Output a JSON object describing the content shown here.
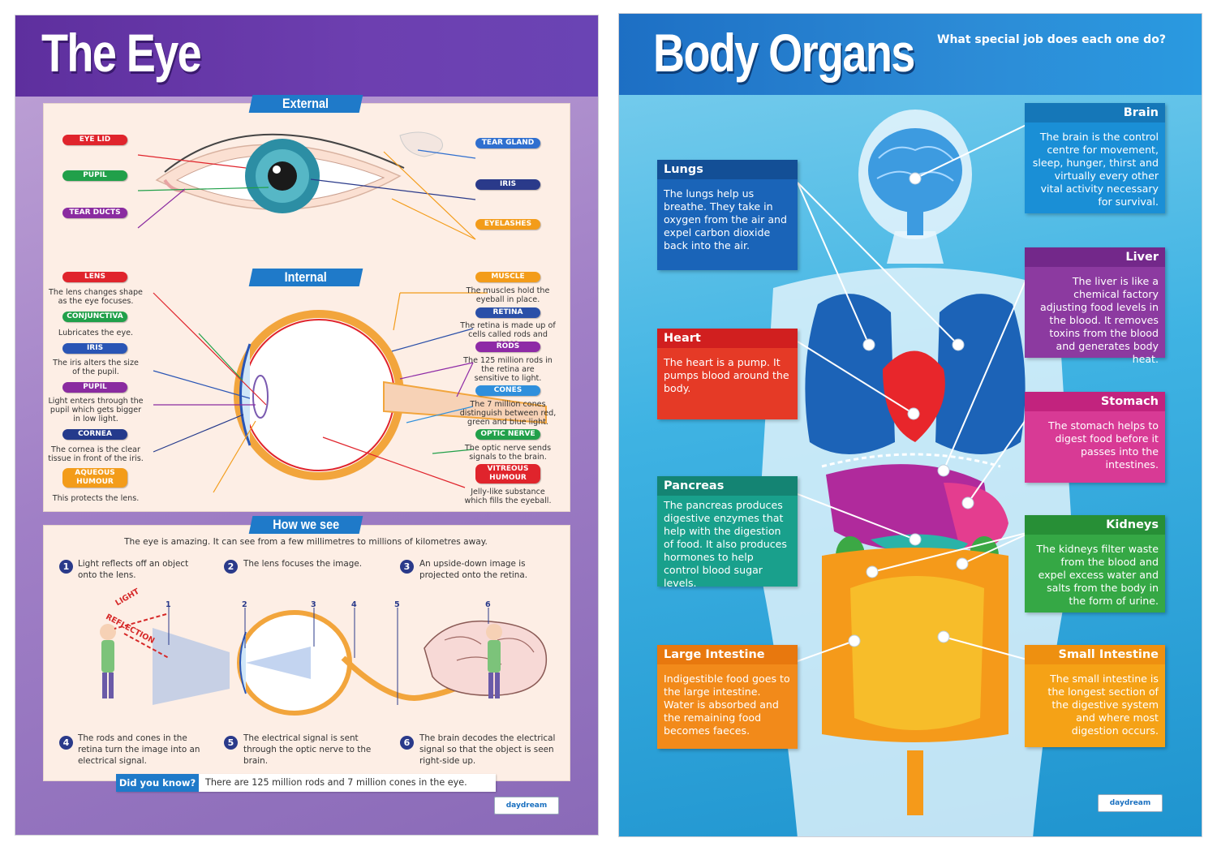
{
  "eye_poster": {
    "title": "The Eye",
    "external": {
      "heading": "External",
      "left_labels": [
        "EYE LID",
        "PUPIL",
        "TEAR DUCTS"
      ],
      "right_labels": [
        "TEAR GLAND",
        "IRIS",
        "EYELASHES"
      ]
    },
    "internal": {
      "heading": "Internal",
      "left_parts": [
        {
          "label": "LENS",
          "desc": "The lens changes shape as the eye focuses.",
          "color": "#e0242c"
        },
        {
          "label": "CONJUNCTIVA",
          "desc": "Lubricates the eye.",
          "color": "#21a04a"
        },
        {
          "label": "IRIS",
          "desc": "The iris alters the size of the pupil.",
          "color": "#2a55b5"
        },
        {
          "label": "PUPIL",
          "desc": "Light enters through the pupil which gets bigger in low light.",
          "color": "#8a2ba0"
        },
        {
          "label": "CORNEA",
          "desc": "The cornea is the clear tissue in front of the iris.",
          "color": "#243a8c"
        },
        {
          "label": "AQUEOUS HUMOUR",
          "desc": "This protects the lens.",
          "color": "#f39c1a"
        }
      ],
      "right_parts": [
        {
          "label": "MUSCLE",
          "desc": "The muscles hold the eyeball in place.",
          "color": "#f39c1a"
        },
        {
          "label": "RETINA",
          "desc": "The retina is made up of cells called rods and cones.",
          "color": "#2a4fa8"
        },
        {
          "label": "RODS",
          "desc": "The 125 million rods in the retina are sensitive to light.",
          "color": "#8e2aa6"
        },
        {
          "label": "CONES",
          "desc": "The 7 million cones distinguish between red, green and blue light.",
          "color": "#2f8fdc"
        },
        {
          "label": "OPTIC NERVE",
          "desc": "The optic nerve sends signals to the brain.",
          "color": "#21a04a"
        },
        {
          "label": "VITREOUS HUMOUR",
          "desc": "Jelly-like substance which fills the eyeball.",
          "color": "#e0242c"
        }
      ]
    },
    "how_we_see": {
      "heading": "How we see",
      "intro": "The eye is amazing. It can see from a few millimetres to millions of kilometres away.",
      "steps_top": [
        {
          "n": "1",
          "text": "Light reflects off an object onto the lens."
        },
        {
          "n": "2",
          "text": "The lens focuses the image."
        },
        {
          "n": "3",
          "text": "An upside-down image is projected onto the retina."
        }
      ],
      "steps_bottom": [
        {
          "n": "4",
          "text": "The rods and cones in the retina turn the image into an electrical signal."
        },
        {
          "n": "5",
          "text": "The electrical signal is sent through the optic nerve to the brain."
        },
        {
          "n": "6",
          "text": "The brain decodes the electrical signal so that the object is seen right-side up."
        }
      ],
      "diagram_labels": {
        "light": "LIGHT",
        "reflection": "REFLECTION"
      },
      "markers": [
        "1",
        "2",
        "3",
        "4",
        "5",
        "6"
      ],
      "did_you_know_label": "Did you know?",
      "did_you_know_text": "There are 125 million rods and 7 million cones in the eye."
    },
    "logo": "daydream"
  },
  "organs_poster": {
    "title": "Body Organs",
    "subtitle": "What special job does each one do?",
    "left_boxes": [
      {
        "name": "Lungs",
        "text": "The lungs help us breathe. They take in oxygen from the air and expel carbon dioxide back into the air.",
        "color": "#1a64b8"
      },
      {
        "name": "Heart",
        "text": "The heart is a pump. It pumps blood around the body.",
        "color": "#e53a26"
      },
      {
        "name": "Pancreas",
        "text": "The pancreas produces digestive enzymes that help with the digestion of food. It also produces hormones to help control blood sugar levels.",
        "color": "#19a08c"
      },
      {
        "name": "Large Intestine",
        "text": "Indigestible food goes to the large intestine. Water is absorbed and the remaining food becomes faeces.",
        "color": "#f28a1a"
      }
    ],
    "right_boxes": [
      {
        "name": "Brain",
        "text": "The brain is the control centre for movement, sleep, hunger, thirst and virtually every other vital activity necessary for survival.",
        "color": "#1a8fd6"
      },
      {
        "name": "Liver",
        "text": "The liver is like a chemical factory adjusting food levels in the blood. It removes toxins from the blood and generates body heat.",
        "color": "#8c3aa0"
      },
      {
        "name": "Stomach",
        "text": "The stomach helps to digest food before it passes into the intestines.",
        "color": "#d83a95"
      },
      {
        "name": "Kidneys",
        "text": "The kidneys filter waste from the blood and expel excess water and salts from the body in the form of urine.",
        "color": "#35a845"
      },
      {
        "name": "Small Intestine",
        "text": "The small intestine is the longest section of the digestive system and where most digestion occurs.",
        "color": "#f5a216"
      }
    ],
    "logo": "daydream"
  }
}
